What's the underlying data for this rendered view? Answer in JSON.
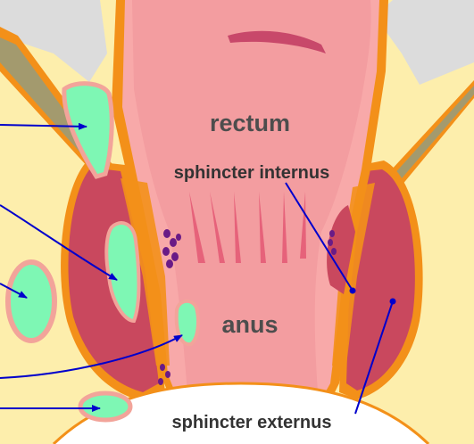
{
  "labels": {
    "rectum": "rectum",
    "sphincter_internus": "sphincter internus",
    "anus": "anus",
    "sphincter_externus": "sphincter externus"
  },
  "colors": {
    "fat": "#fdeeac",
    "gray": "#dcdcdc",
    "rectum_wall": "#f8a9a9",
    "lumen": "#f39da0",
    "orange": "#f39019",
    "muscle": "#c9485e",
    "levator": "#a39a6e",
    "abscess": "#7ef7b4",
    "abscess_rim": "#f2a49a",
    "arrow": "#0000cc",
    "purple": "#6a1b86",
    "white": "#ffffff"
  }
}
